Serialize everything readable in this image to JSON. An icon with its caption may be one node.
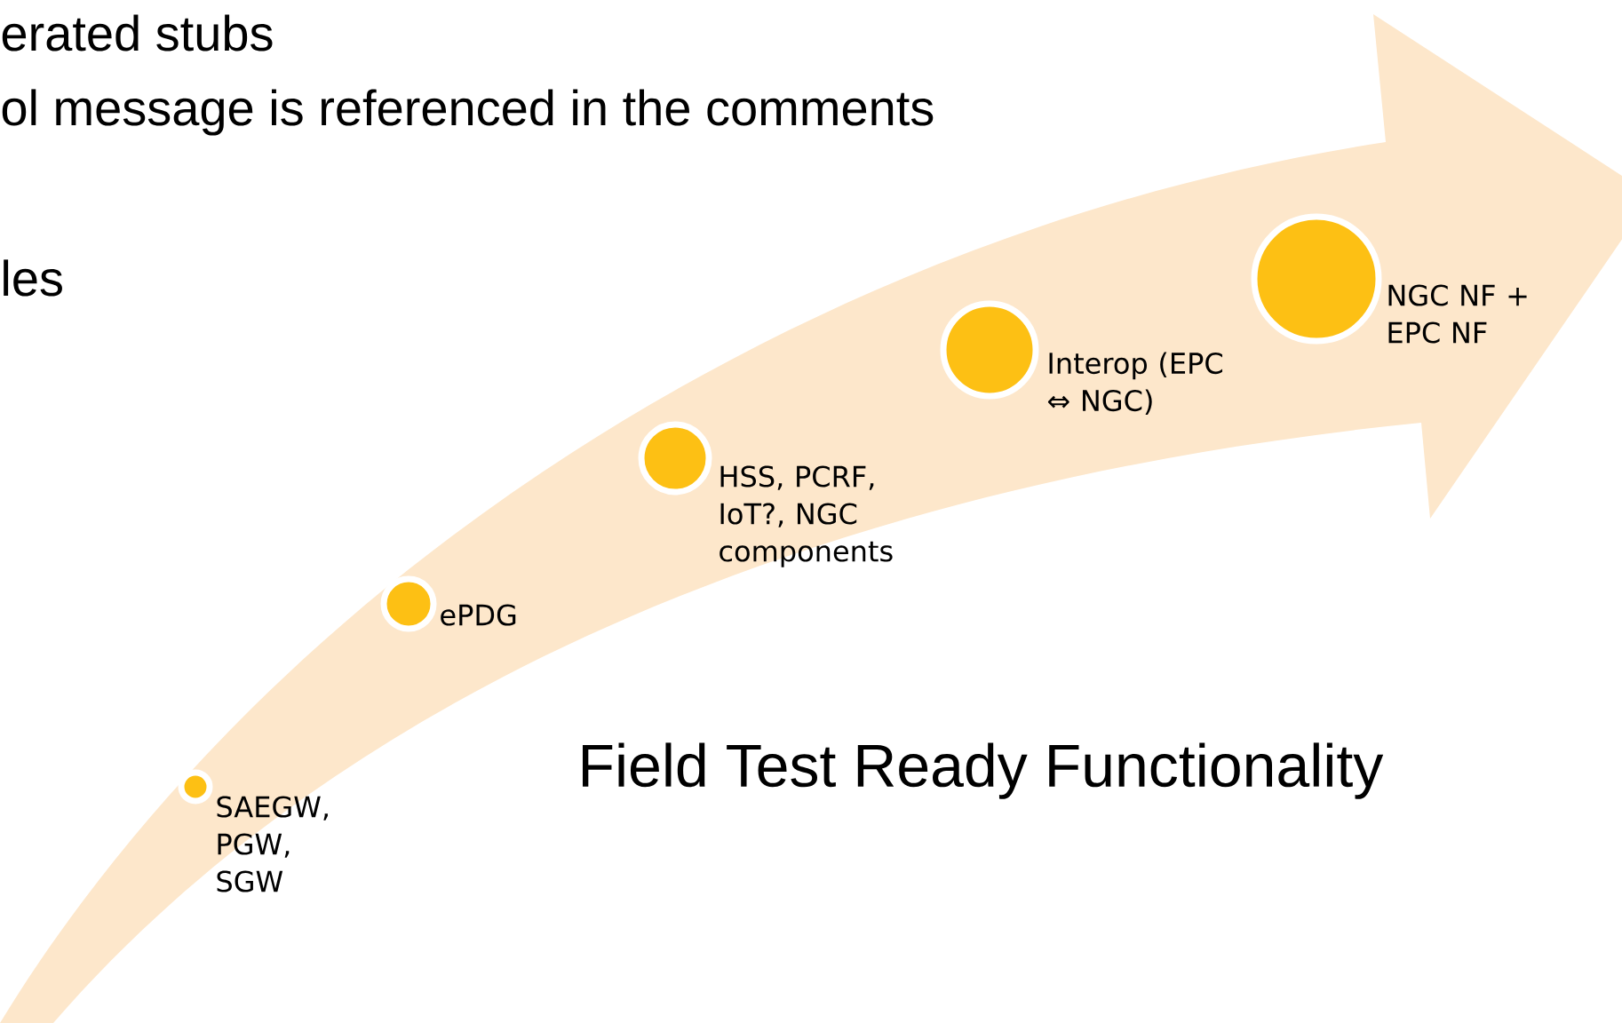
{
  "diagram": {
    "nodes": [
      {
        "text": [],
        "shape": "circle",
        "beside": [
          "SAEGW, PGW, SGW"
        ]
      },
      {
        "text": [],
        "shape": "circle",
        "beside": [
          "ePDG"
        ]
      },
      {
        "text": [],
        "shape": "circle",
        "beside": [
          "HSS, PCRF, IoT?, NGC components"
        ]
      },
      {
        "text": [],
        "shape": "circle",
        "beside": [
          "Interop (EPC ⇔ NGC)"
        ]
      },
      {
        "text": [],
        "shape": "circle",
        "beside": [
          "NGC NF + EPC NF"
        ]
      }
    ],
    "labels": [
      "erated stubs",
      "ol message is referenced in the comments",
      "les",
      "Field Test Ready Functionality"
    ]
  }
}
